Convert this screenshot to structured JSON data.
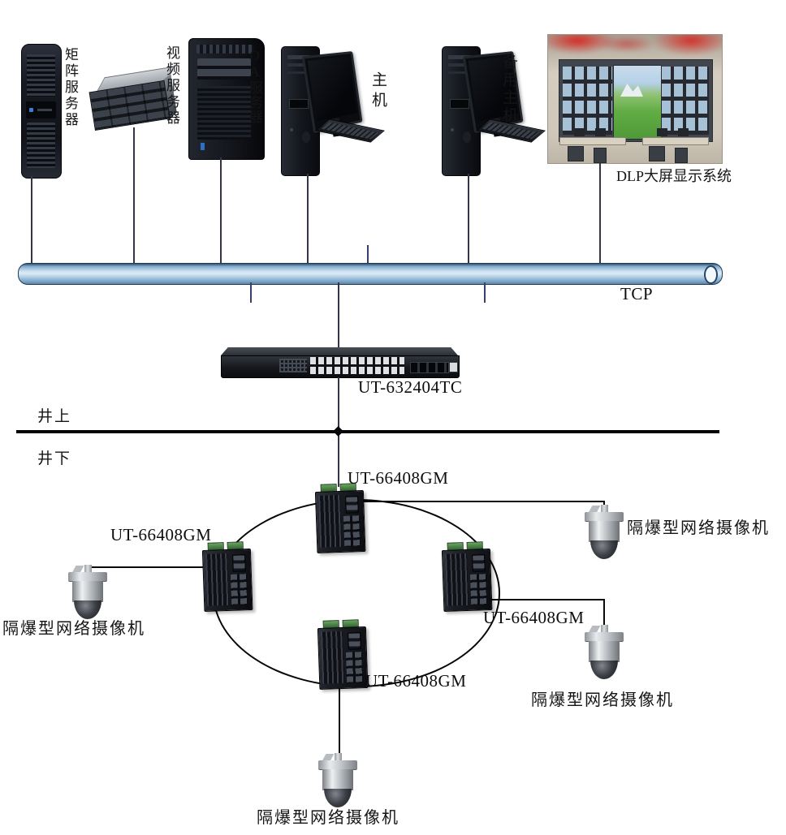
{
  "top_devices": [
    {
      "label": "矩阵服务器"
    },
    {
      "label": "视频服务器"
    },
    {
      "label": "OA服务器"
    },
    {
      "label": "主机"
    },
    {
      "label": "备用主机"
    },
    {
      "label": "DLP大屏显示系统"
    }
  ],
  "bus": {
    "label": "TCP"
  },
  "core_switch": {
    "model": "UT-632404TC"
  },
  "boundary": {
    "above": "井上",
    "below": "井下"
  },
  "ring": {
    "switches": [
      {
        "model": "UT-66408GM"
      },
      {
        "model": "UT-66408GM"
      },
      {
        "model": "UT-66408GM"
      },
      {
        "model": "UT-66408GM"
      }
    ],
    "cameras": [
      {
        "label": "隔爆型网络摄像机"
      },
      {
        "label": "隔爆型网络摄像机"
      },
      {
        "label": "隔爆型网络摄像机"
      },
      {
        "label": "隔爆型网络摄像机"
      }
    ]
  }
}
